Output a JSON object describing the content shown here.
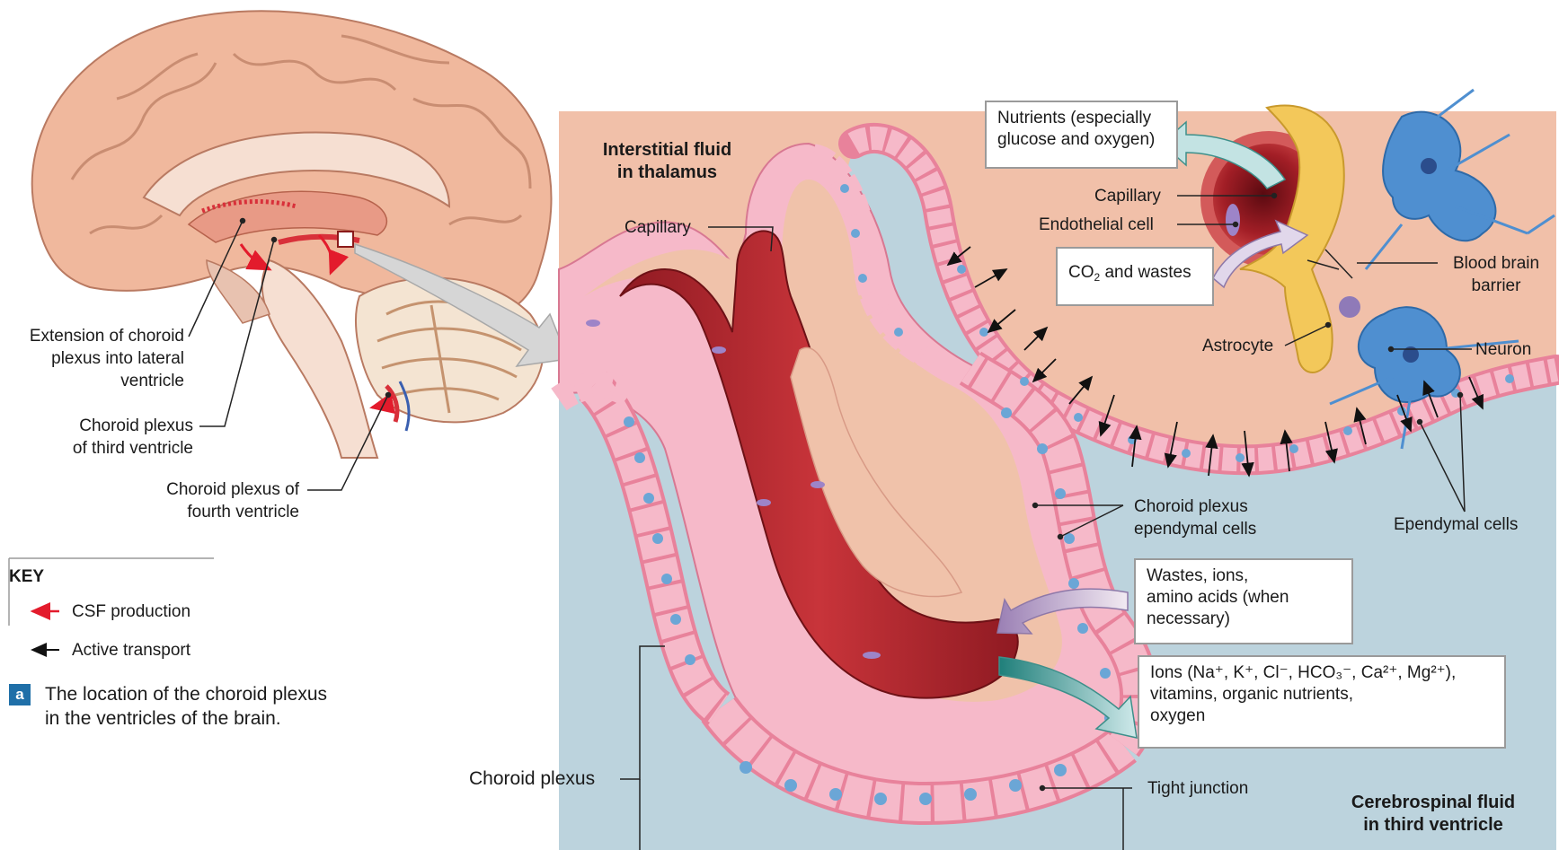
{
  "labels": {
    "extension_choroid": "Extension of choroid\nplexus into lateral\nventricle",
    "choroid_third": "Choroid plexus\nof third ventricle",
    "choroid_fourth": "Choroid plexus of\nfourth ventricle",
    "interstitial_fluid": "Interstitial fluid\nin thalamus",
    "capillary_left": "Capillary",
    "capillary_right": "Capillary",
    "endothelial_cell": "Endothelial cell",
    "blood_brain_barrier": "Blood brain\nbarrier",
    "astrocyte": "Astrocyte",
    "neuron": "Neuron",
    "choroid_ependymal": "Choroid plexus\nependymal cells",
    "ependymal_cells": "Ependymal cells",
    "choroid_plexus": "Choroid plexus",
    "tight_junction": "Tight junction",
    "csf_third": "Cerebrospinal fluid\nin third ventricle"
  },
  "boxes": {
    "nutrients": "Nutrients (especially\nglucose and oxygen)",
    "co2_prefix": "CO",
    "co2_sub": "2",
    "co2_suffix": " and wastes",
    "wastes": "Wastes, ions,\namino acids (when\nnecessary)",
    "ions_line1": "Ions (Na⁺, K⁺, Cl⁻, HCO₃⁻, Ca²⁺, Mg²⁺),",
    "ions_line2": "vitamins, organic nutrients,\noxygen"
  },
  "key": {
    "title": "KEY",
    "csf_production": "CSF production",
    "active_transport": "Active transport"
  },
  "caption": {
    "badge": "a",
    "text": "The location of the choroid plexus\nin the ventricles of the brain."
  },
  "colors": {
    "interstitial": "#f1c0a9",
    "csf": "#bcd3dd",
    "blood": "#b8232a",
    "ependymal": "#f2a8bd",
    "nucleus": "#6ba6d6",
    "astrocyte": "#f3c85a",
    "neuron": "#4f8fd0",
    "csf_arrow": "#e31b2c"
  }
}
